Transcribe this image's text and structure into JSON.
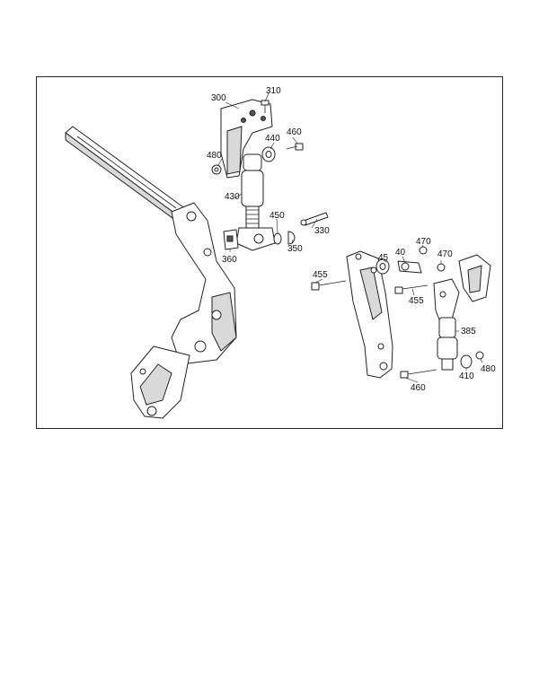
{
  "diagram": {
    "callouts": [
      {
        "id": "c300",
        "text": "300"
      },
      {
        "id": "c310",
        "text": "310"
      },
      {
        "id": "c440",
        "text": "440"
      },
      {
        "id": "c460a",
        "text": "460"
      },
      {
        "id": "c480a",
        "text": "480"
      },
      {
        "id": "c430",
        "text": "430"
      },
      {
        "id": "c450",
        "text": "450"
      },
      {
        "id": "c350",
        "text": "350"
      },
      {
        "id": "c330",
        "text": "330"
      },
      {
        "id": "c360",
        "text": "360"
      },
      {
        "id": "c40",
        "text": "40"
      },
      {
        "id": "c470a",
        "text": "470"
      },
      {
        "id": "c470b",
        "text": "470"
      },
      {
        "id": "c45",
        "text": "45"
      },
      {
        "id": "c455a",
        "text": "455"
      },
      {
        "id": "c455b",
        "text": "455"
      },
      {
        "id": "c385",
        "text": "385"
      },
      {
        "id": "c410",
        "text": "410"
      },
      {
        "id": "c480b",
        "text": "480"
      },
      {
        "id": "c460b",
        "text": "460"
      }
    ]
  }
}
